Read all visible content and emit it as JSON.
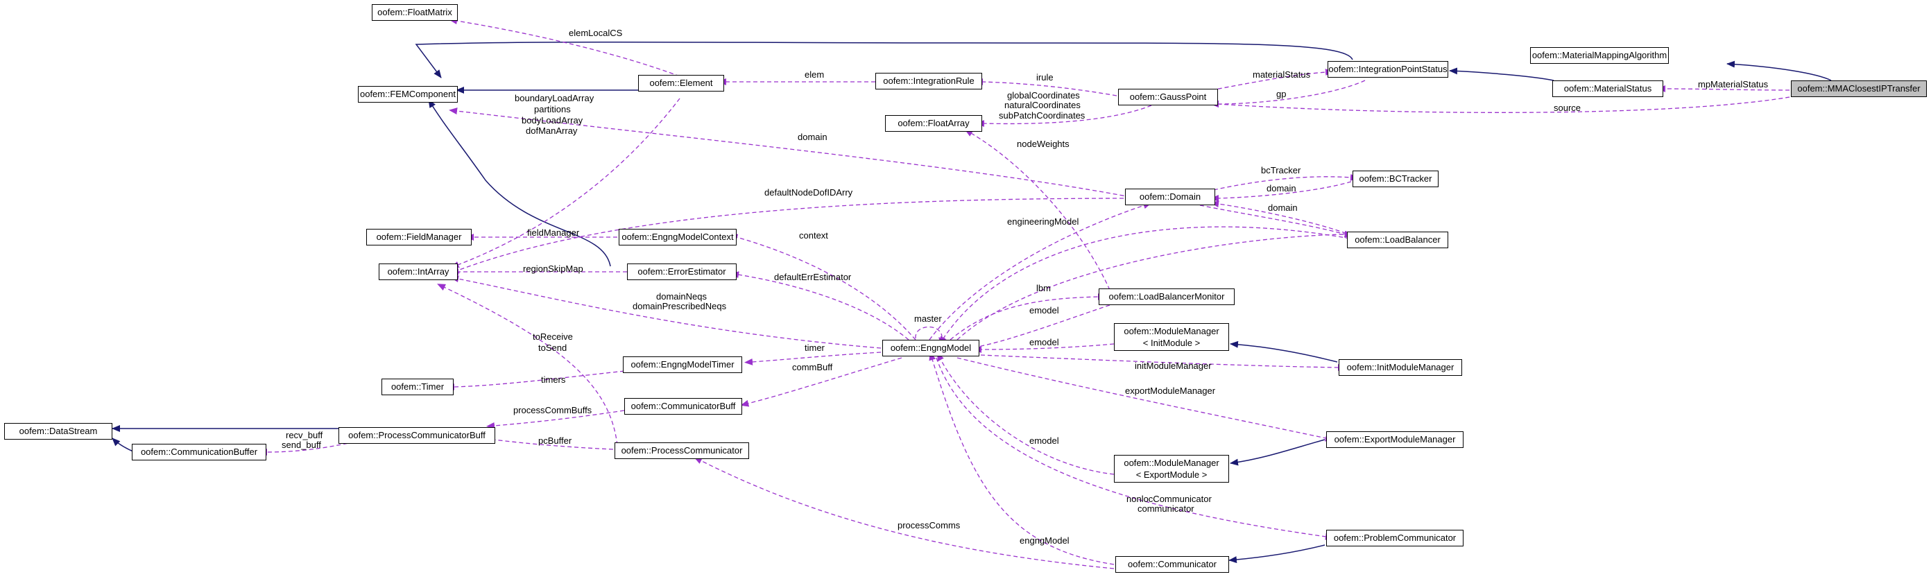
{
  "nodes": {
    "float_matrix": "oofem::FloatMatrix",
    "fem_component": "oofem::FEMComponent",
    "element": "oofem::Element",
    "integration_rule": "oofem::IntegrationRule",
    "integration_point_status": "oofem::IntegrationPointStatus",
    "material_mapping_algorithm": "oofem::MaterialMappingAlgorithm",
    "material_status": "oofem::MaterialStatus",
    "mma_closest_ip_transfer": "oofem::MMAClosestIPTransfer",
    "gauss_point": "oofem::GaussPoint",
    "float_array": "oofem::FloatArray",
    "domain": "oofem::Domain",
    "bc_tracker": "oofem::BCTracker",
    "field_manager": "oofem::FieldManager",
    "engng_model_context": "oofem::EngngModelContext",
    "int_array": "oofem::IntArray",
    "error_estimator": "oofem::ErrorEstimator",
    "load_balancer": "oofem::LoadBalancer",
    "load_balancer_monitor": "oofem::LoadBalancerMonitor",
    "module_manager_init_1": "oofem::ModuleManager",
    "module_manager_init_2": "< InitModule >",
    "init_module_manager": "oofem::InitModuleManager",
    "engng_model": "oofem::EngngModel",
    "engng_model_timer": "oofem::EngngModelTimer",
    "timer": "oofem::Timer",
    "data_stream": "oofem::DataStream",
    "process_communicator_buff": "oofem::ProcessCommunicatorBuff",
    "communicator_buff": "oofem::CommunicatorBuff",
    "communication_buffer": "oofem::CommunicationBuffer",
    "process_communicator": "oofem::ProcessCommunicator",
    "export_module_manager": "oofem::ExportModuleManager",
    "module_manager_export_1": "oofem::ModuleManager",
    "module_manager_export_2": "< ExportModule >",
    "problem_communicator": "oofem::ProblemCommunicator",
    "communicator": "oofem::Communicator"
  },
  "edge_labels": {
    "elem_local_cs": "elemLocalCS",
    "elem": "elem",
    "irule": "irule",
    "material_status": "materialStatus",
    "gp": "gp",
    "mp_material_status": "mpMaterialStatus",
    "source": "source",
    "boundary_load_array": "boundaryLoadArray",
    "partitions": "partitions",
    "body_load_array": "bodyLoadArray",
    "dof_man_array": "dofManArray",
    "global_coordinates": "globalCoordinates",
    "natural_coordinates": "naturalCoordinates",
    "sub_patch_coordinates": "subPatchCoordinates",
    "domain_main": "domain",
    "node_weights": "nodeWeights",
    "bc_tracker": "bcTracker",
    "domain_bc": "domain",
    "default_node_dof_id_arry": "defaultNodeDofIDArry",
    "domain_lb": "domain",
    "engineering_model": "engineeringModel",
    "lb": "lb",
    "field_manager": "fieldManager",
    "context": "context",
    "region_skip_map": "regionSkipMap",
    "default_err_estimator": "defaultErrEstimator",
    "lbm": "lbm",
    "domain_neqs": "domainNeqs",
    "domain_prescribed_neqs": "domainPrescribedNeqs",
    "master": "master",
    "emodel_lbm": "emodel",
    "emodel_init": "emodel",
    "to_receive": "toReceive",
    "to_send": "toSend",
    "timer": "timer",
    "init_module_manager": "initModuleManager",
    "timers": "timers",
    "comm_buff": "commBuff",
    "export_module_manager": "exportModuleManager",
    "process_comm_buffs": "processCommBuffs",
    "recv_buff": "recv_buff",
    "send_buff": "send_buff",
    "pc_buffer": "pcBuffer",
    "emodel_export": "emodel",
    "nonloc_communicator": "nonlocCommunicator",
    "communicator": "communicator",
    "process_comms": "processComms",
    "engng_model": "engngModel"
  },
  "colors": {
    "inheritance": "#191970",
    "usage": "#9a32cd",
    "node_border": "#000000",
    "node_fill": "#ffffff",
    "highlight_fill": "#bfbfbf"
  }
}
